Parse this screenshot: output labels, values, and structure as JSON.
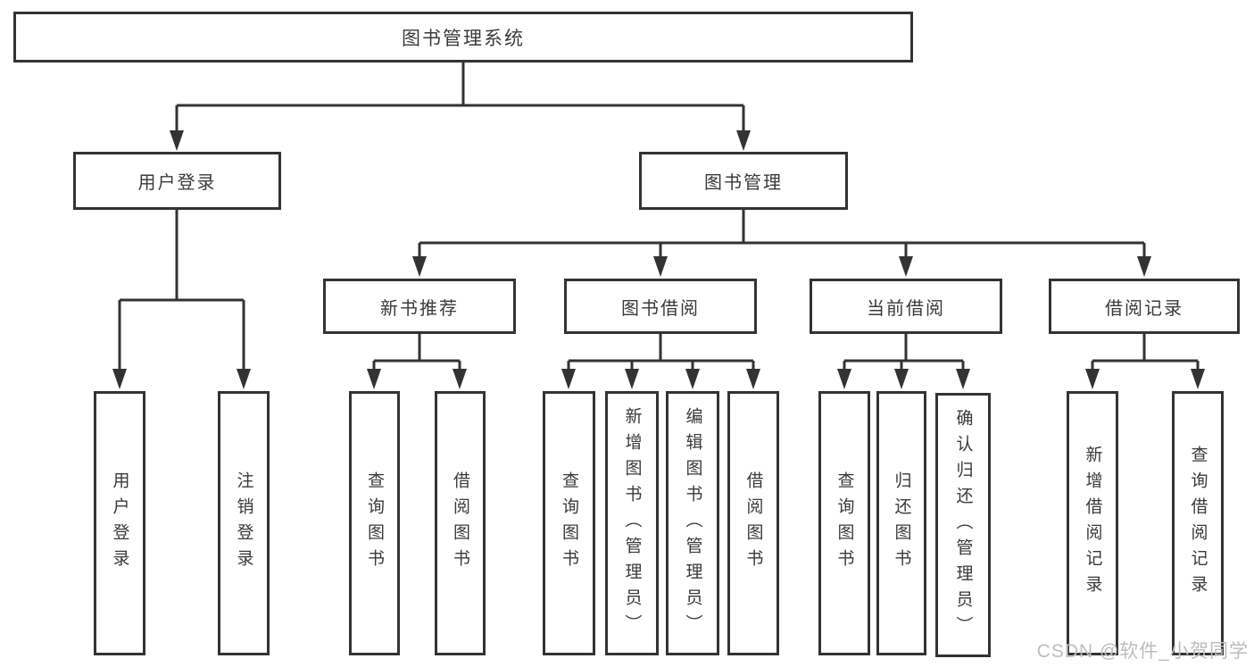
{
  "diagram": {
    "root": {
      "label": "图书管理系统"
    },
    "level1": {
      "user_login": {
        "label": "用户登录"
      },
      "book_mgmt": {
        "label": "图书管理"
      }
    },
    "level2": {
      "new_book": {
        "label": "新书推荐"
      },
      "borrow": {
        "label": "图书借阅"
      },
      "current": {
        "label": "当前借阅"
      },
      "record": {
        "label": "借阅记录"
      }
    },
    "leaves": {
      "login": {
        "label": "用户登录"
      },
      "logout": {
        "label": "注销登录"
      },
      "new_book_query": {
        "label": "查询图书"
      },
      "new_book_borrow": {
        "label": "借阅图书"
      },
      "borrow_query": {
        "label": "查询图书"
      },
      "borrow_add": {
        "label": "新增图书（管理员）"
      },
      "borrow_edit": {
        "label": "编辑图书（管理员）"
      },
      "borrow_borrow": {
        "label": "借阅图书"
      },
      "current_query": {
        "label": "查询图书"
      },
      "current_return": {
        "label": "归还图书"
      },
      "current_confirm": {
        "label": "确认归还（管理员）"
      },
      "record_add": {
        "label": "新增借阅记录"
      },
      "record_query": {
        "label": "查询借阅记录"
      }
    },
    "watermark": "CSDN @软件_小贺同学",
    "colors": {
      "line": "#333333",
      "text": "#3a3a3a",
      "box_background": "#ffffff",
      "watermark": "#bdbdbd",
      "background": "#ffffff"
    }
  }
}
